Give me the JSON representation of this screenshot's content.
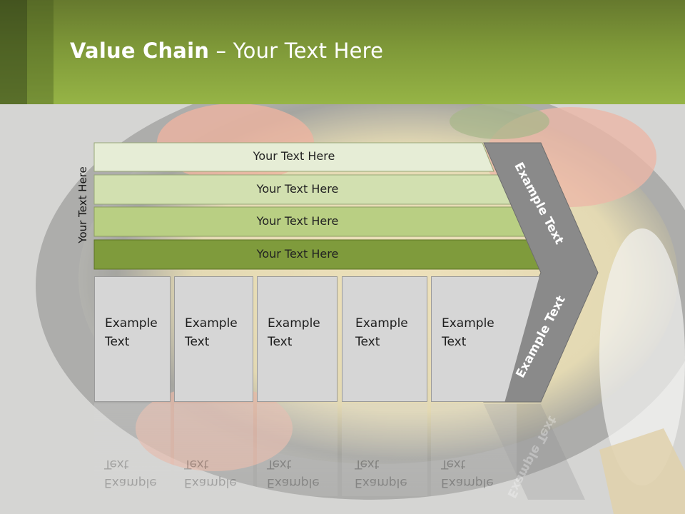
{
  "slide": {
    "title_bold": "Value Chain",
    "title_rest": " – Your Text Here",
    "side_label": "Your Text Here",
    "rows": [
      {
        "label": "Your Text Here",
        "color": "#e6edd6"
      },
      {
        "label": "Your Text Here",
        "color": "#d2e0b0"
      },
      {
        "label": "Your Text Here",
        "color": "#b9cf83"
      },
      {
        "label": "Your Text Here",
        "color": "#7f9b3c"
      }
    ],
    "boxes": [
      {
        "line1": "Example",
        "line2": "Text"
      },
      {
        "line1": "Example",
        "line2": "Text"
      },
      {
        "line1": "Example",
        "line2": "Text"
      },
      {
        "line1": "Example",
        "line2": "Text"
      },
      {
        "line1": "Example",
        "line2": "Text"
      }
    ],
    "arrow_top_label": "Example Text",
    "arrow_bottom_label": "Example Text",
    "colors": {
      "header": "#7e9838",
      "arrow": "#8a8a8a",
      "box": "#d6d6d6"
    }
  }
}
